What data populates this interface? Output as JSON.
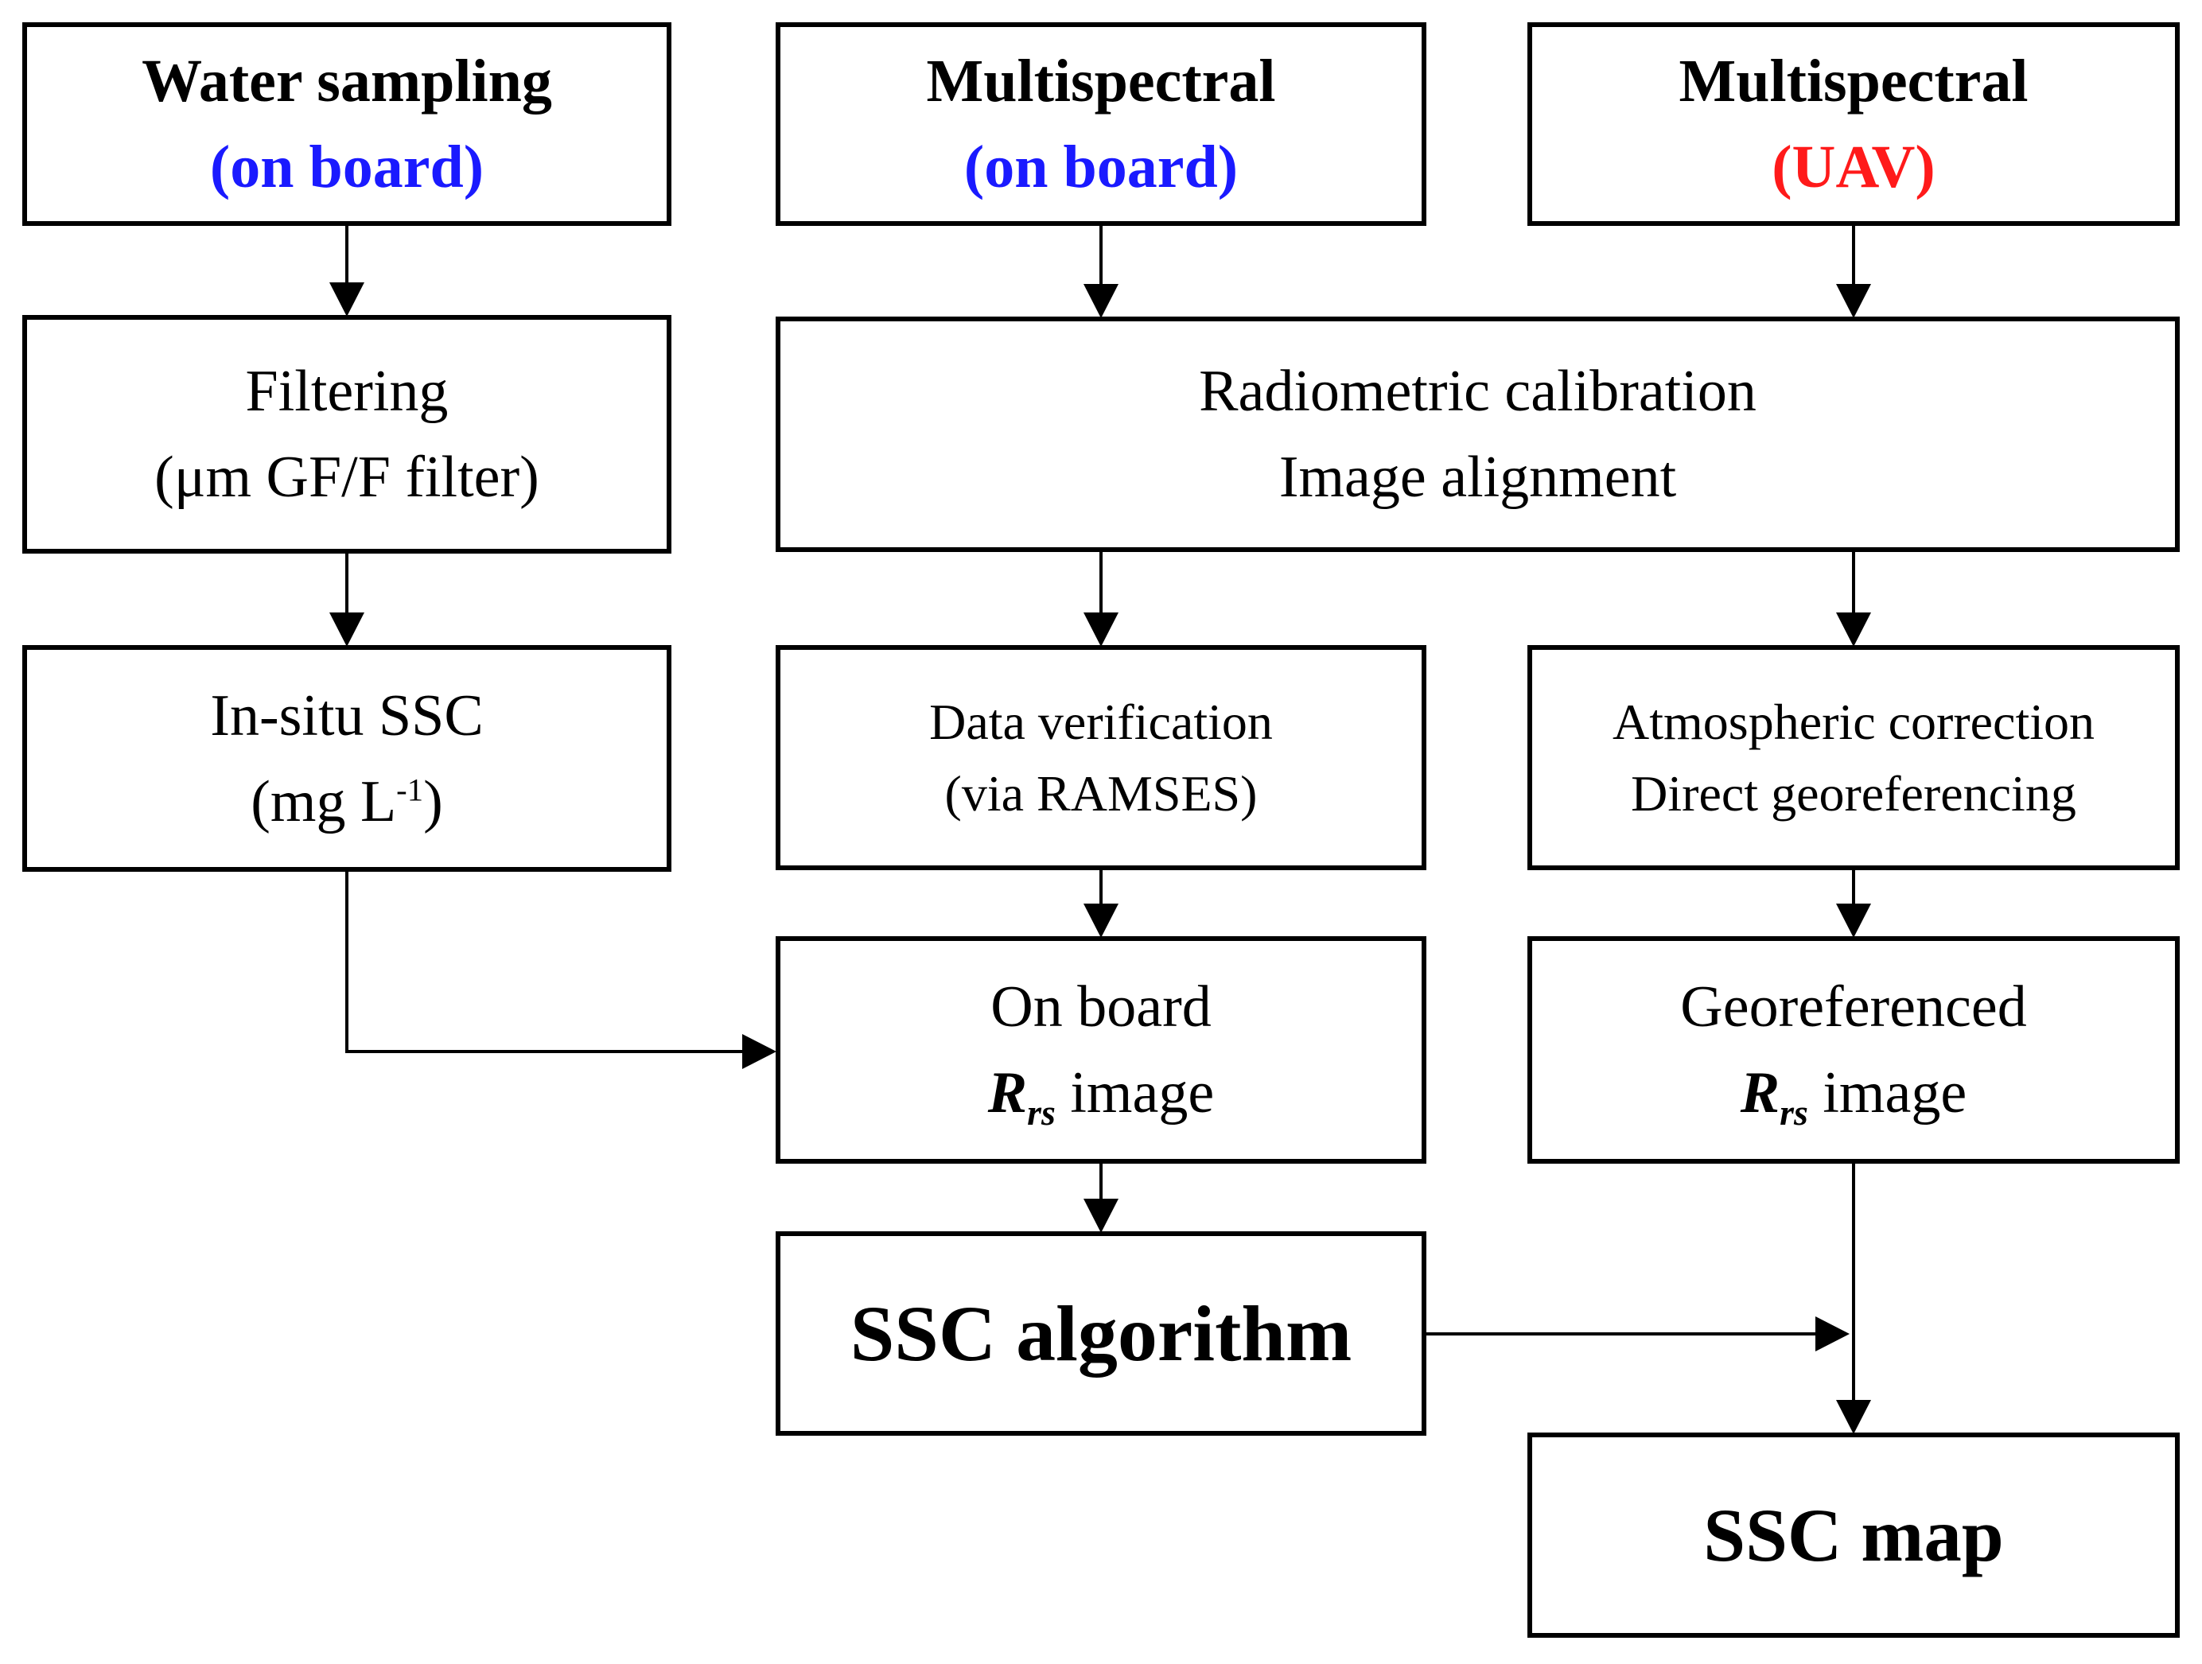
{
  "colors": {
    "blue": "#1a1aff",
    "red": "#ff1a1a",
    "black": "#000000"
  },
  "boxes": {
    "water_sampling": {
      "title": "Water sampling",
      "subtitle": "(on board)"
    },
    "multispectral_onboard": {
      "title": "Multispectral",
      "subtitle": "(on board)"
    },
    "multispectral_uav": {
      "title": "Multispectral",
      "subtitle": "(UAV)"
    },
    "filtering": {
      "line1": "Filtering",
      "line2": "(μm GF/F filter)"
    },
    "radiometric": {
      "line1": "Radiometric calibration",
      "line2": "Image alignment"
    },
    "insitu": {
      "line1": "In-situ SSC",
      "line2_prefix": "(mg L",
      "line2_sup": "-1",
      "line2_suffix": ")"
    },
    "verification": {
      "line1": "Data verification",
      "line2": "(via RAMSES)"
    },
    "atmospheric": {
      "line1": "Atmospheric correction",
      "line2": "Direct georeferencing"
    },
    "onboard_rrs": {
      "line1": "On board",
      "rrs_main": "R",
      "rrs_sub": "rs",
      "rrs_suffix": " image"
    },
    "georef_rrs": {
      "line1": "Georeferenced",
      "rrs_main": "R",
      "rrs_sub": "rs",
      "rrs_suffix": " image"
    },
    "algorithm": {
      "label": "SSC algorithm"
    },
    "map": {
      "label": "SSC map"
    }
  }
}
